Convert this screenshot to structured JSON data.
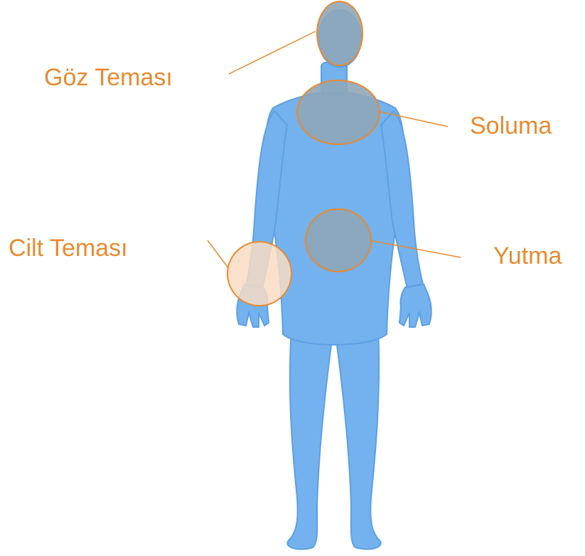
{
  "colors": {
    "label": "#E98A2F",
    "body_fill": "#73B2EE",
    "body_shade": "#5E9FE2",
    "zone_fill": "#8FA6B8",
    "skin_zone_fill": "#F8DCC3",
    "zone_stroke": "#E98A2F",
    "leader_line": "#E98A2F"
  },
  "labels": {
    "eye": "Göz Teması",
    "inhalation": "Soluma",
    "skin": "Cilt Teması",
    "ingestion": "Yutma"
  }
}
